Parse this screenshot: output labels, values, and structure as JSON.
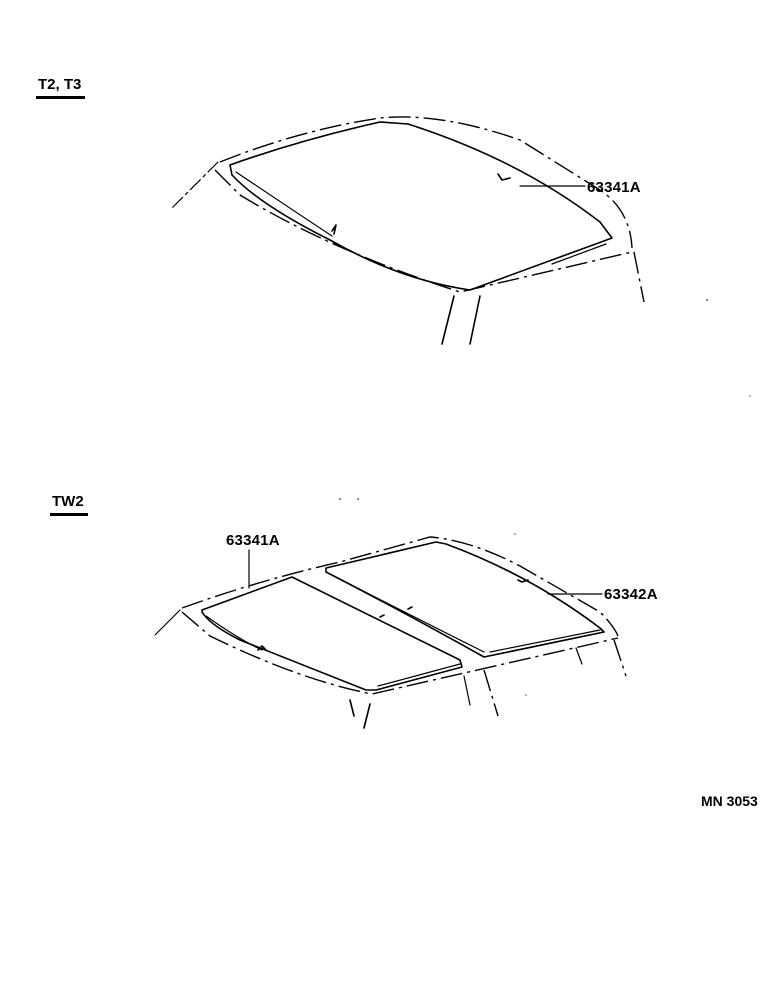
{
  "diagram": {
    "sections": [
      {
        "title": "T2, T3",
        "callouts": [
          {
            "part_number": "63341A"
          }
        ]
      },
      {
        "title": "TW2",
        "callouts": [
          {
            "part_number": "63341A"
          },
          {
            "part_number": "63342A"
          }
        ]
      }
    ],
    "figure_code": "MN  3053"
  }
}
